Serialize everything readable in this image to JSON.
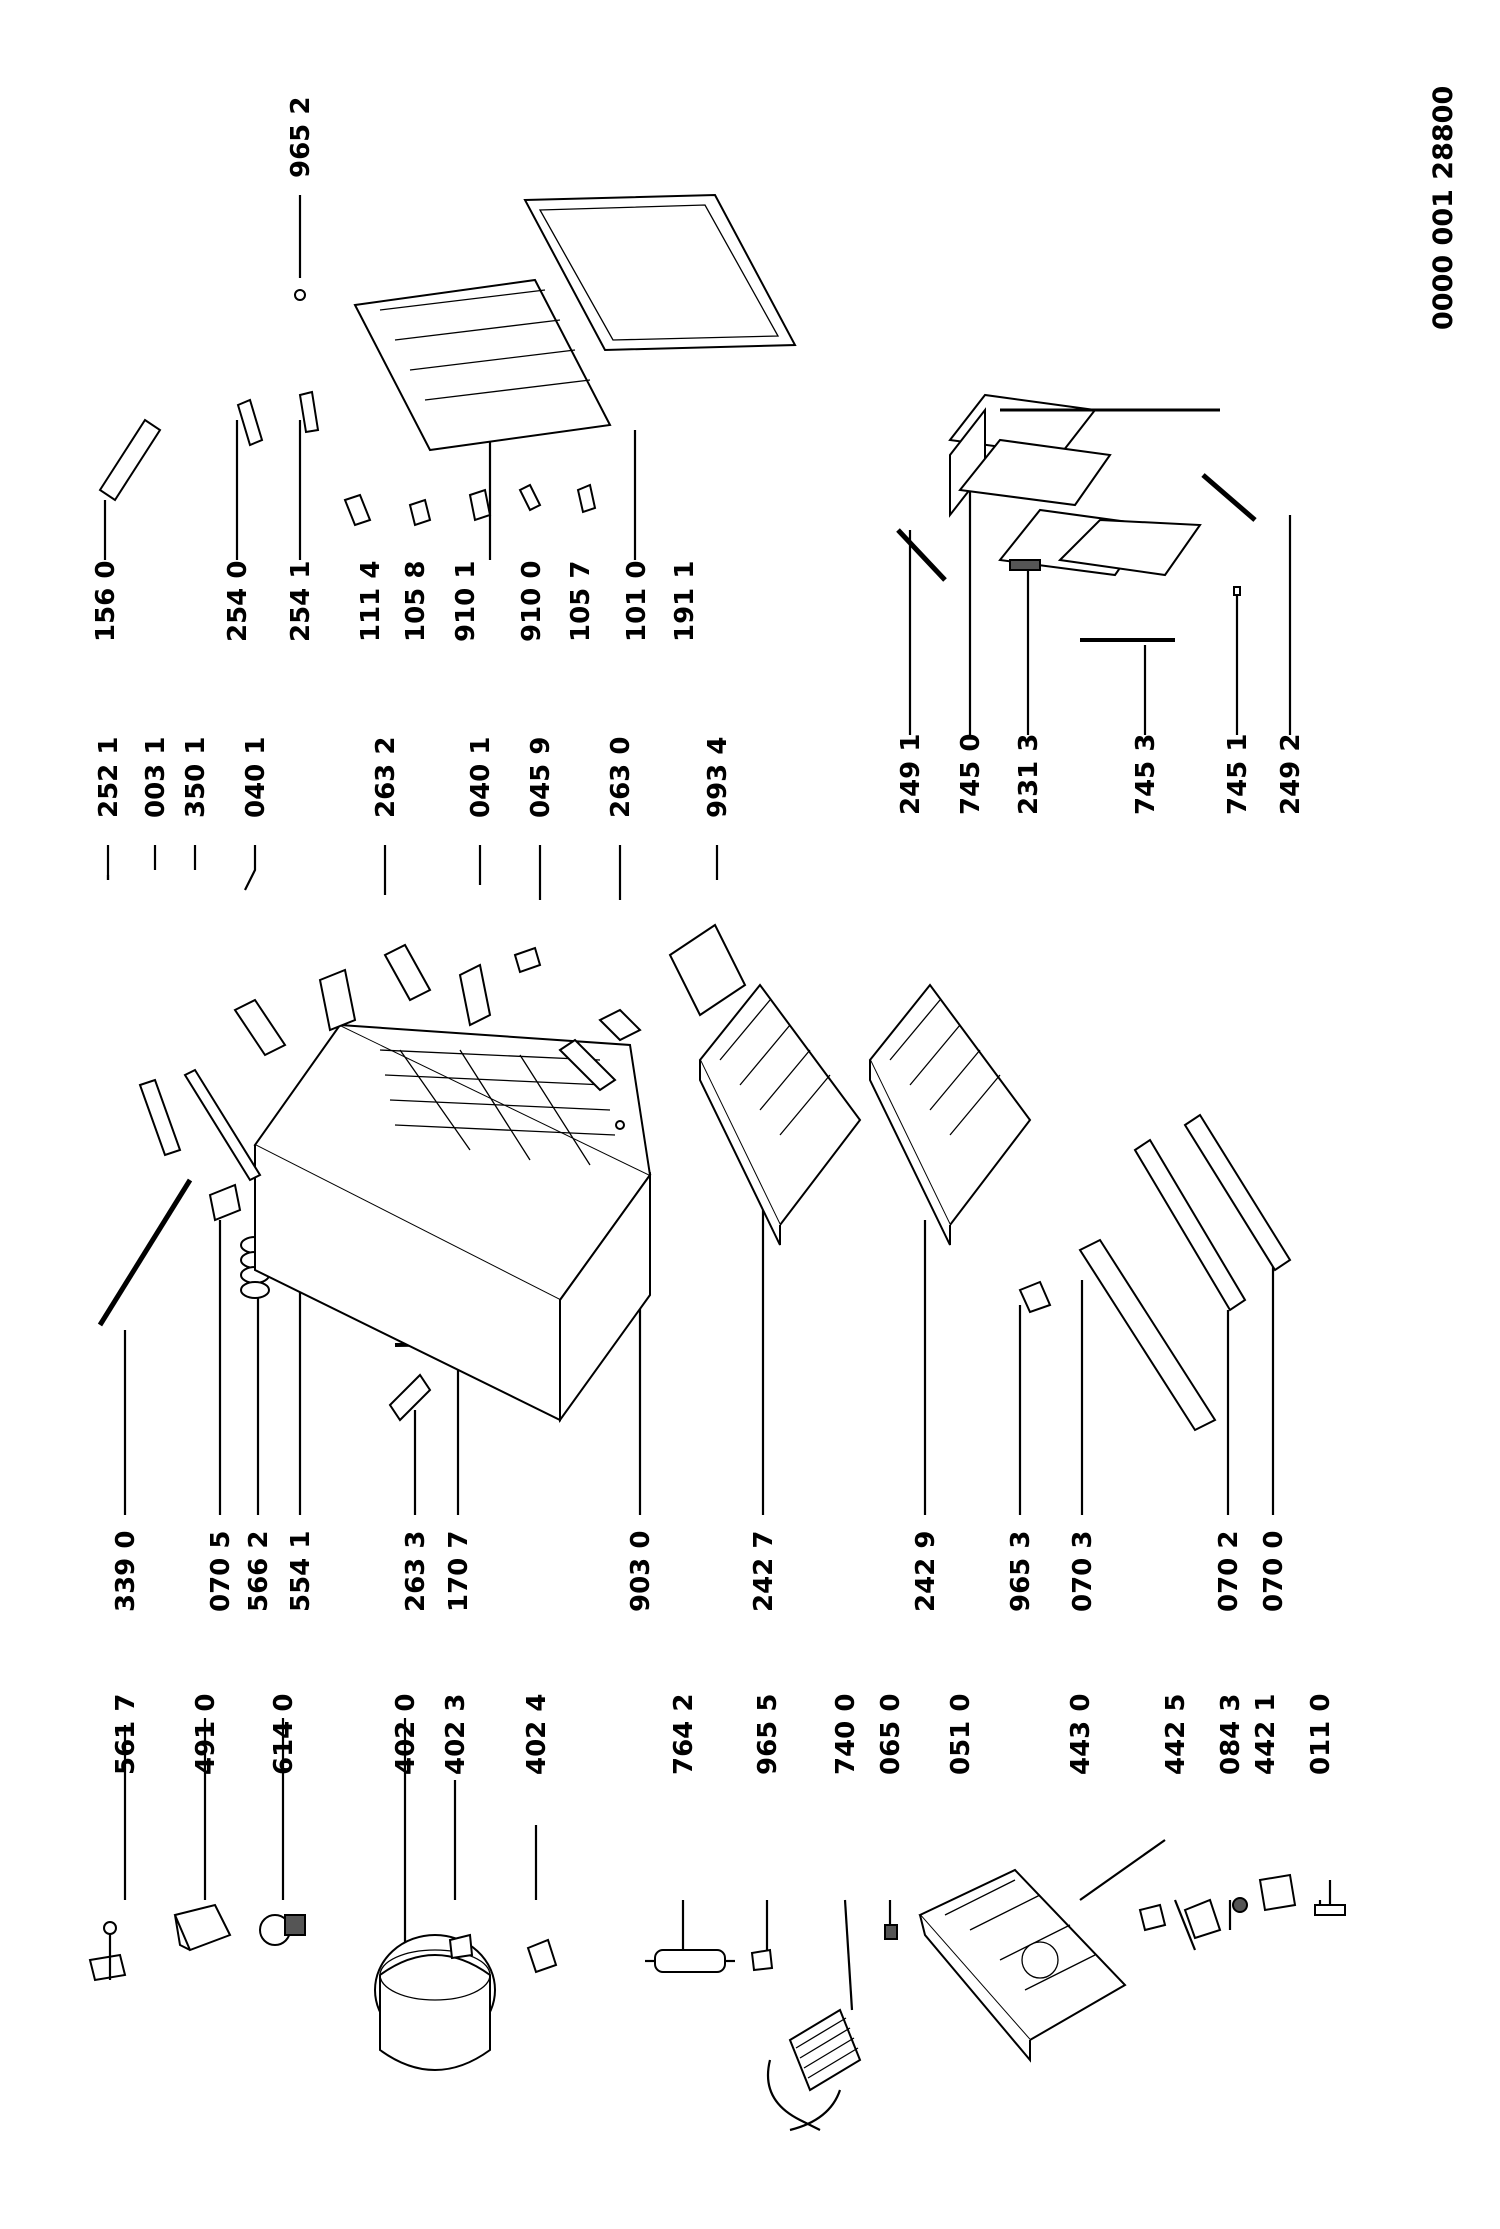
{
  "document_code": "0000 001 28800",
  "labels": {
    "l5617": "561 7",
    "l4910": "491 0",
    "l6140": "614 0",
    "l4020": "402 0",
    "l4023": "402 3",
    "l4024": "402 4",
    "l7642": "764 2",
    "l9655": "965 5",
    "l7400": "740 0",
    "l0650": "065 0",
    "l0510": "051 0",
    "l4430": "443 0",
    "l4425": "442 5",
    "l0843": "084 3",
    "l4421": "442 1",
    "l0110": "011 0",
    "l3390": "339 0",
    "l0705": "070 5",
    "l5662": "566 2",
    "l5541": "554 1",
    "l2633": "263 3",
    "l1707": "170 7",
    "l9030": "903 0",
    "l2427": "242 7",
    "l2429": "242 9",
    "l9653": "965 3",
    "l0703": "070 3",
    "l0702": "070 2",
    "l0700": "070 0",
    "l2521": "252 1",
    "l0031": "003 1",
    "l3501": "350 1",
    "l0401a": "040 1",
    "l2632": "263 2",
    "l0401b": "040 1",
    "l0459": "045 9",
    "l2630": "263 0",
    "l9934": "993 4",
    "l2491": "249 1",
    "l7450": "745 0",
    "l2313": "231 3",
    "l7453": "745 3",
    "l7451": "745 1",
    "l2492": "249 2",
    "l1560": "156 0",
    "l2540": "254 0",
    "l2541": "254 1",
    "l1114": "111 4",
    "l1058": "105 8",
    "l9101": "910 1",
    "l9100": "910 0",
    "l1057": "105 7",
    "l1010": "101 0",
    "l1911": "191 1",
    "l9652": "965 2"
  }
}
